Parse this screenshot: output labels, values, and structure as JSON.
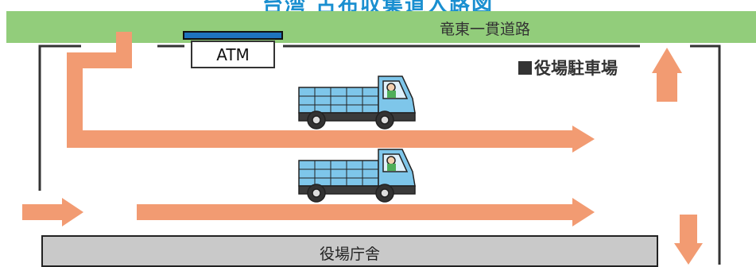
{
  "title": "台湾 古布収集道入路図",
  "road_label": "竜東一貫道路",
  "atm_label": "ATM",
  "lot_label": "役場駐車場",
  "building_label": "役場庁舎",
  "colors": {
    "title": "#1a8fd0",
    "road": "#92cd7b",
    "arrow": "#f29b72",
    "truck": "#7ec6ea",
    "atm_roof": "#1e73be",
    "building": "#c9c9c9"
  }
}
